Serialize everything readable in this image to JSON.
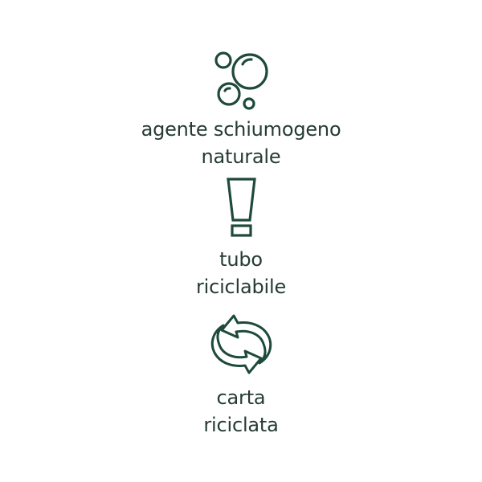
{
  "colors": {
    "icon": "#1e4a3b",
    "text": "#263b34",
    "background": "#ffffff"
  },
  "features": [
    {
      "icon": "bubbles-icon",
      "line1": "agente schiumogeno",
      "line2": "naturale"
    },
    {
      "icon": "tube-icon",
      "line1": "tubo",
      "line2": "riciclabile"
    },
    {
      "icon": "recycle-icon",
      "line1": "carta",
      "line2": "riciclata"
    }
  ]
}
